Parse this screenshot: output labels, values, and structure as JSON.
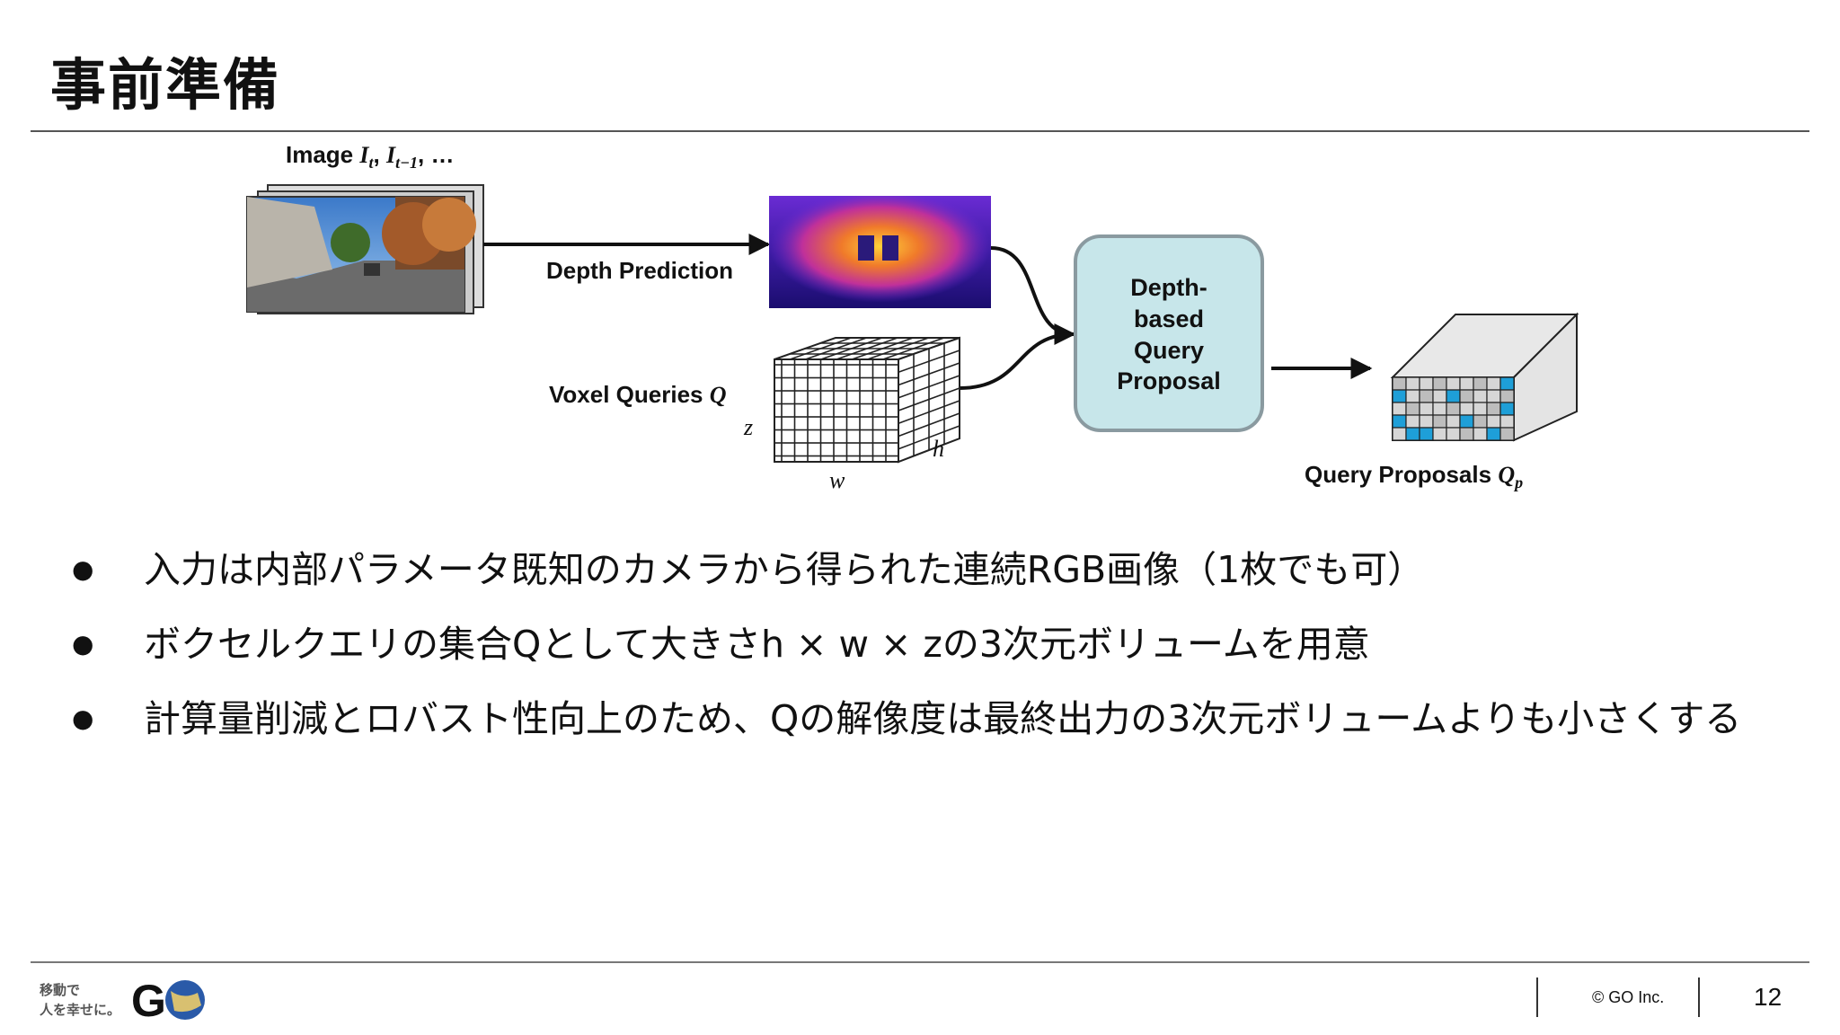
{
  "slide": {
    "title": "事前準備",
    "page_number": "12",
    "copyright": "© GO Inc."
  },
  "diagram": {
    "image_label": "Image ",
    "image_math": "I",
    "image_sub1": "t",
    "image_comma1": ", ",
    "image_math2": "I",
    "image_sub2": "t−1",
    "image_ellipsis": ", …",
    "depth_prediction": "Depth Prediction",
    "voxel_queries_label": "Voxel Queries ",
    "voxel_queries_math": "Q",
    "dim_z": "z",
    "dim_h": "h",
    "dim_w": "w",
    "proposal_box_lines": [
      "Depth-",
      "based",
      "Query",
      "Proposal"
    ],
    "query_proposals_label": "Query Proposals ",
    "query_proposals_math": "Q",
    "query_proposals_sub": "p",
    "colors": {
      "proposal_box_fill": "#c7e6ea",
      "proposal_box_stroke": "#8a9aa0",
      "highlight_voxel": "#1e9fd8"
    }
  },
  "bullets": [
    "入力は内部パラメータ既知のカメラから得られた連続RGB画像（1枚でも可）",
    "ボクセルクエリの集合Qとして大きさh × w × zの3次元ボリュームを用意",
    "計算量削減とロバスト性向上のため、Qの解像度は最終出力の3次元ボリュームよりも小さくする"
  ],
  "logo": {
    "tagline_line1": "移動で",
    "tagline_line2": "人を幸せに。",
    "wordmark": "G"
  }
}
